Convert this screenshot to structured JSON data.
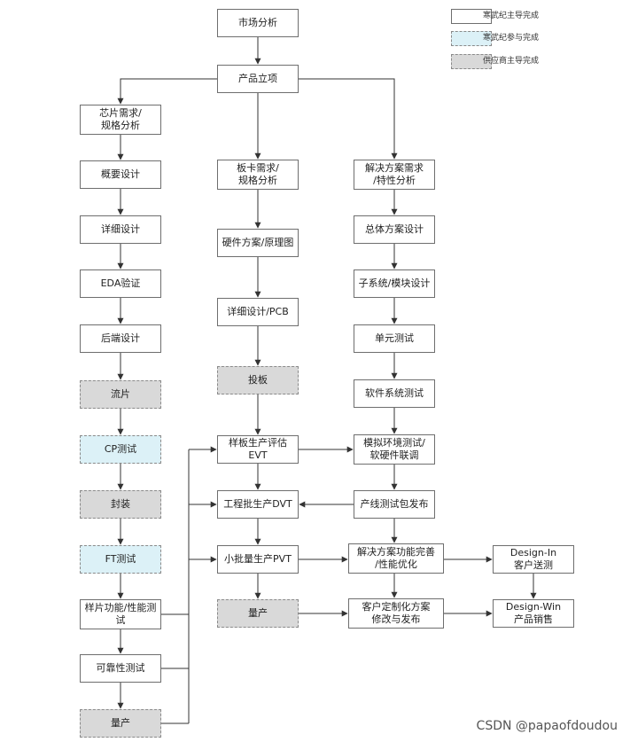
{
  "legend": [
    {
      "key": "lead",
      "label": "寒武纪主导完成"
    },
    {
      "key": "assist",
      "label": "寒武纪参与完成"
    },
    {
      "key": "supplier",
      "label": "供应商主导完成"
    }
  ],
  "nodes": {
    "market": "市场分析",
    "project": "产品立项",
    "chip_req": "芯片需求/\n规格分析",
    "outline": "概要设计",
    "detail_chip": "详细设计",
    "eda": "EDA验证",
    "backend": "后端设计",
    "tapeout": "流片",
    "cp": "CP测试",
    "package": "封装",
    "ft": "FT测试",
    "sample": "样片功能/性能测\n试",
    "reliability": "可靠性测试",
    "mass_chip": "量产",
    "board_req": "板卡需求/\n规格分析",
    "hw_scheme": "硬件方案/原理图",
    "pcb": "详细设计/PCB",
    "fab": "投板",
    "evt": "样板生产评估EVT",
    "dvt": "工程批生产DVT",
    "pvt": "小批量生产PVT",
    "mass_board": "量产",
    "sol_req": "解决方案需求\n/特性分析",
    "overall": "总体方案设计",
    "subsystem": "子系统/模块设计",
    "unit": "单元测试",
    "sw_test": "软件系统测试",
    "sim_test": "模拟环境测试/\n软硬件联调",
    "prod_pkg": "产线测试包发布",
    "sol_opt": "解决方案功能完善\n/性能优化",
    "custom": "客户定制化方案\n修改与发布",
    "design_in": "Design-In\n客户送测",
    "design_win": "Design-Win\n产品销售"
  },
  "watermark": "CSDN @papaofdoudou"
}
